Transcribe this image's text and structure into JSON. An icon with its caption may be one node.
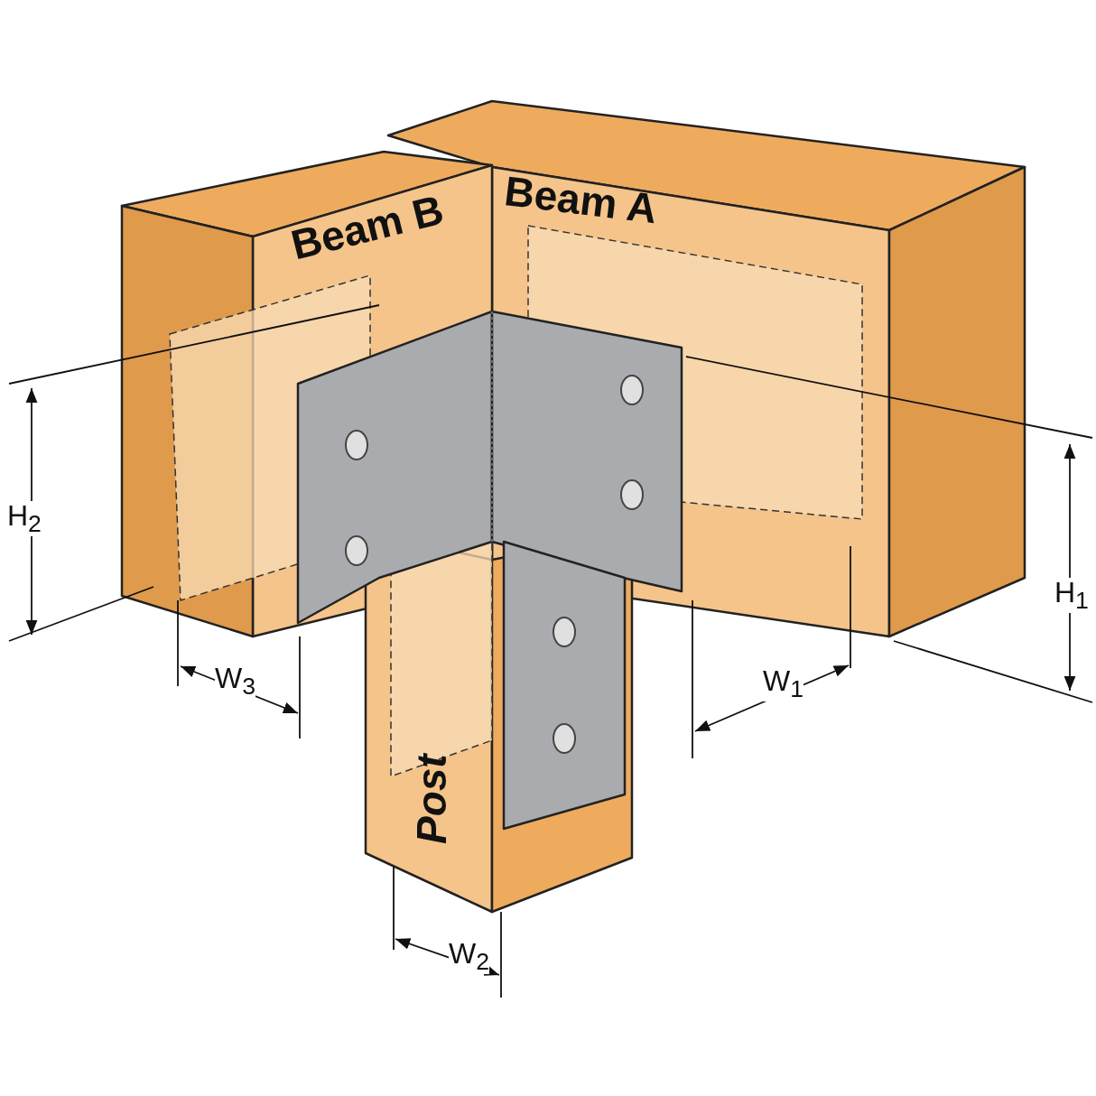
{
  "diagram": {
    "nodes": [
      {
        "text": [
          "Beam B"
        ]
      },
      {
        "text": [
          "Beam A"
        ]
      },
      {
        "text": [
          "Post"
        ]
      }
    ],
    "labels": [
      "H$_{2}$",
      "H$_{1}$",
      "W$_{3}$",
      "W$_{1}$",
      "W$_{2}$"
    ]
  }
}
